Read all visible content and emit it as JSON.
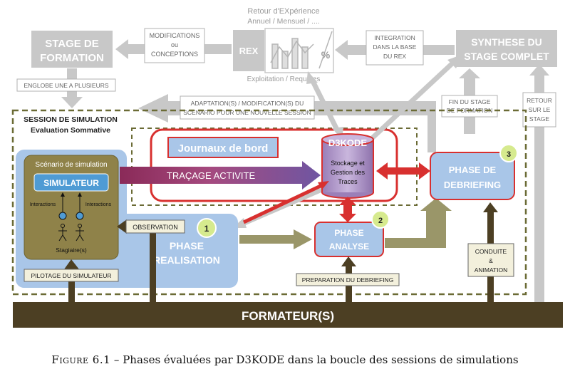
{
  "top": {
    "stage_formation": [
      "STAGE DE",
      "FORMATION"
    ],
    "modifications": [
      "MODIFICATIONS",
      "ou",
      "CONCEPTIONS"
    ],
    "rex": "REX",
    "retour_experience": [
      "Retour d'EXpérience",
      "Annuel / Mensuel / ...."
    ],
    "exploitation": "Exploitation / Requêtes",
    "integration": [
      "INTEGRATION",
      "DANS LA BASE",
      "DU REX"
    ],
    "synthese": [
      "SYNTHESE DU",
      "STAGE COMPLET"
    ],
    "englobe": "ENGLOBE UNE A PLUSIEURS",
    "adaptation": [
      "ADAPTATION(S) / MODIFICATION(S) DU",
      "SCENARIO POUR UNE NOUVELLE SESSION"
    ],
    "fin_stage": [
      "FIN DU STAGE",
      "DE FORMATION"
    ],
    "retour_stage": [
      "RETOUR",
      "SUR LE",
      "STAGE"
    ]
  },
  "session": {
    "title": "SESSION DE SIMULATION",
    "subtitle": "Evaluation Sommative"
  },
  "scenario": {
    "title": "Scénario de simulation",
    "simulateur": "SIMULATEUR",
    "interactions": "Interactions",
    "stagiaires": "Stagiaire(s)"
  },
  "journaux": "Journaux de bord",
  "tracage": "TRAÇAGE ACTIVITE",
  "d3kode": {
    "title": "D3KODE",
    "desc": [
      "Stockage et",
      "Gestion des",
      "Traces"
    ]
  },
  "phases": {
    "realisation": {
      "num": "1",
      "label": [
        "PHASE",
        "REALISATION"
      ]
    },
    "analyse": {
      "num": "2",
      "label": [
        "PHASE",
        "ANALYSE"
      ]
    },
    "debriefing": {
      "num": "3",
      "label": [
        "PHASE DE",
        "DEBRIEFING"
      ]
    }
  },
  "labels": {
    "observation": "OBSERVATION",
    "pilotage": "PILOTAGE DU SIMULATEUR",
    "preparation": "PREPARATION DU DEBRIEFING",
    "conduite": [
      "CONDUITE",
      "&",
      "ANIMATION"
    ]
  },
  "formateur": "FORMATEUR(S)",
  "caption": {
    "label": "Figure 6.1",
    "text": " – Phases évaluées par D3KODE dans la boucle des sessions de simulations"
  },
  "colors": {
    "gray_box": "#c8c8c8",
    "gray_text": "#ffffff",
    "red": "#d8302f",
    "blue_fill": "#a9c6e8",
    "olive": "#7d6b3c",
    "dark_brown": "#4c3f23",
    "green_badge": "#d6ea8e",
    "purple": "#6e5aa0",
    "khaki": "#9a9669"
  }
}
